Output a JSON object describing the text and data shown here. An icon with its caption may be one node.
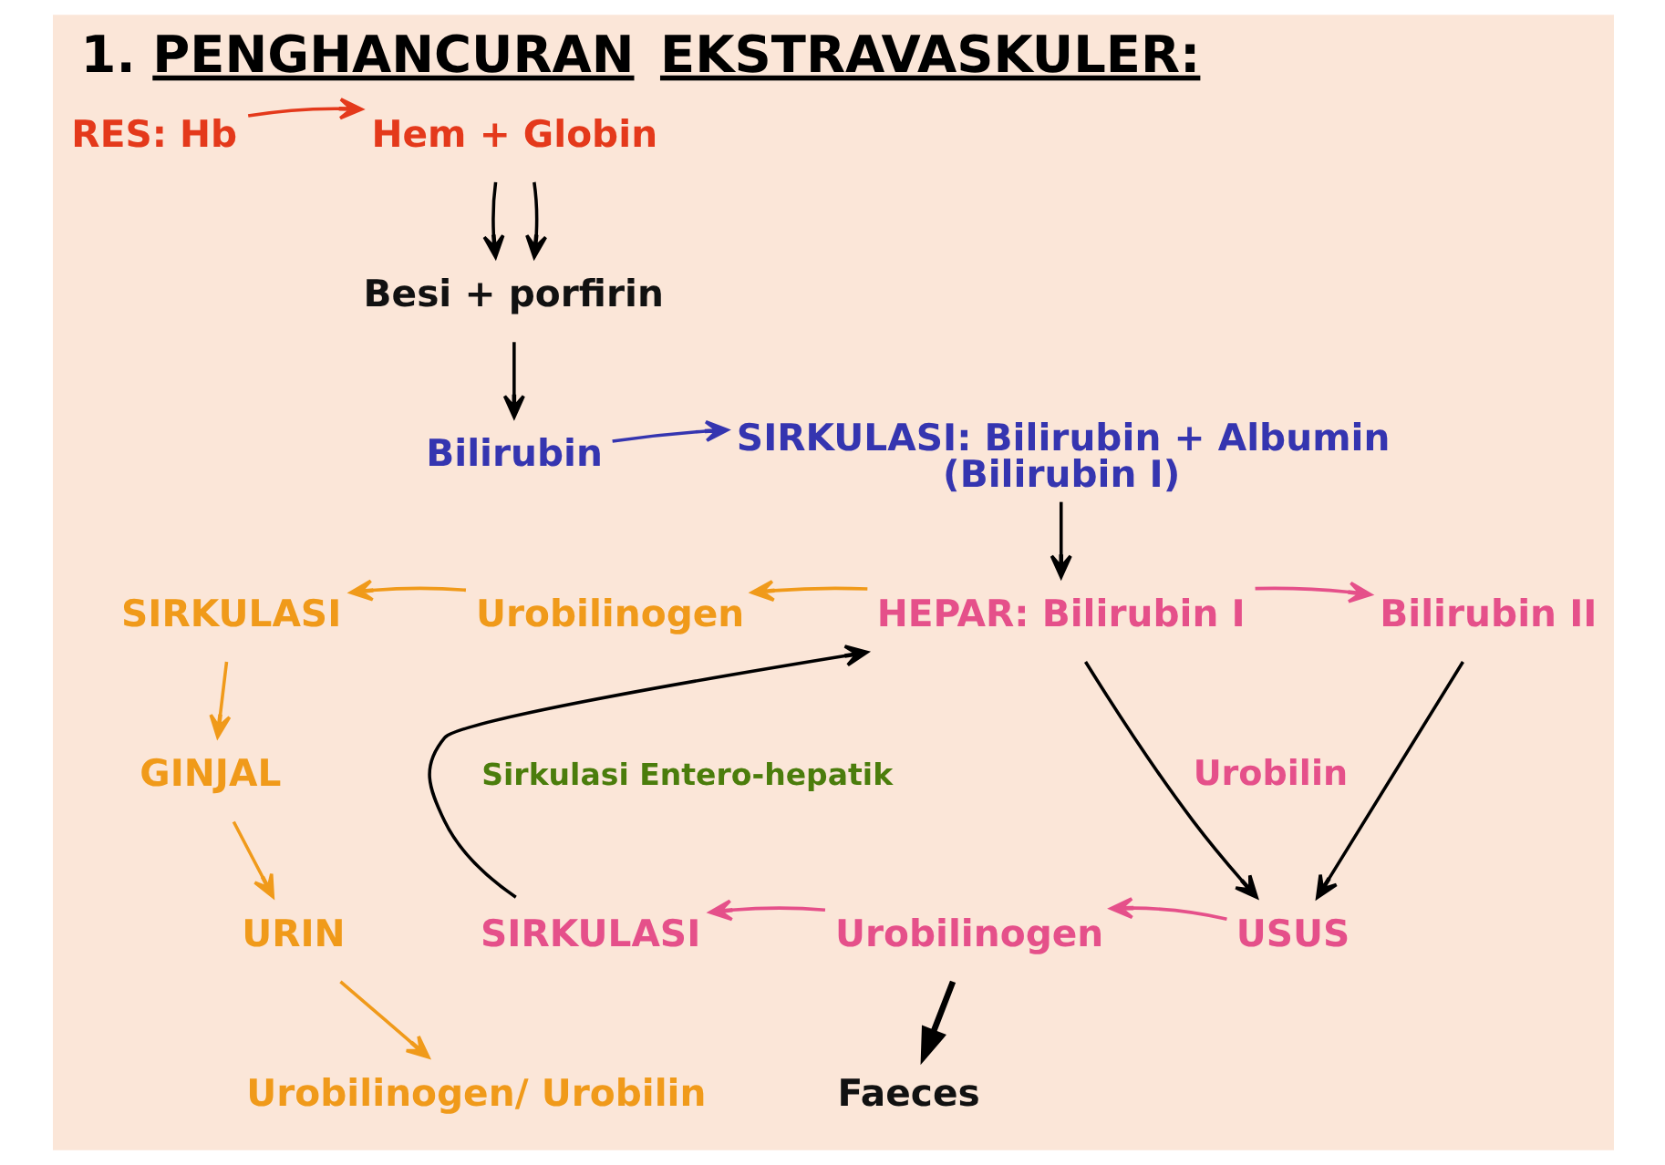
{
  "diagram": {
    "title": "1. PENGHANCURAN EKSTRAVASKULER:",
    "nodes": [
      {
        "text": [
          "RES: Hb"
        ]
      },
      {
        "text": [
          "Hem + Globin"
        ]
      },
      {
        "text": [
          "Besi + porfirin"
        ]
      },
      {
        "text": [
          "Bilirubin"
        ]
      },
      {
        "text": [
          "SIRKULASI: Bilirubin + Albumin",
          "(Bilirubin I)"
        ]
      },
      {
        "text": [
          "SIRKULASI"
        ]
      },
      {
        "text": [
          "Urobilinogen"
        ]
      },
      {
        "text": [
          "HEPAR: Bilirubin I"
        ]
      },
      {
        "text": [
          "Bilirubin II"
        ]
      },
      {
        "text": [
          "GINJAL"
        ]
      },
      {
        "text": [
          "URIN"
        ]
      },
      {
        "text": [
          "SIRKULASI"
        ]
      },
      {
        "text": [
          "Urobilinogen"
        ]
      },
      {
        "text": [
          "USUS"
        ]
      },
      {
        "text": [
          "Urobilinogen/ Urobilin"
        ]
      },
      {
        "text": [
          "Faeces"
        ]
      }
    ],
    "edges": [
      {
        "from": 0,
        "to": 1,
        "arrow": "to",
        "color": "#e4391b"
      },
      {
        "from": 1,
        "to": 2,
        "arrow": "to"
      },
      {
        "from": 1,
        "to": 2,
        "arrow": "to"
      },
      {
        "from": 2,
        "to": 3,
        "arrow": "to"
      },
      {
        "from": 3,
        "to": 4,
        "arrow": "to",
        "color": "#3535b0"
      },
      {
        "from": 4,
        "to": 7,
        "arrow": "to"
      },
      {
        "from": 7,
        "to": 6,
        "arrow": "to",
        "color": "#f09a1a"
      },
      {
        "from": 6,
        "to": 5,
        "arrow": "to",
        "color": "#f09a1a"
      },
      {
        "from": 5,
        "to": 9,
        "arrow": "to",
        "color": "#f09a1a"
      },
      {
        "from": 9,
        "to": 10,
        "arrow": "to",
        "color": "#f09a1a"
      },
      {
        "from": 10,
        "to": 14,
        "arrow": "to",
        "color": "#f09a1a"
      },
      {
        "from": 7,
        "to": 8,
        "arrow": "to",
        "color": "#e5508a"
      },
      {
        "from": 7,
        "to": 13,
        "arrow": "to",
        "label": "Urobilin"
      },
      {
        "from": 8,
        "to": 13,
        "arrow": "to"
      },
      {
        "from": 13,
        "to": 12,
        "arrow": "to",
        "color": "#e5508a"
      },
      {
        "from": 12,
        "to": 11,
        "arrow": "to",
        "color": "#e5508a"
      },
      {
        "from": 11,
        "to": 7,
        "arrow": "to"
      },
      {
        "from": 12,
        "to": 15,
        "arrow": "to",
        "style": "thick"
      }
    ],
    "labels": [
      "Sirkulasi Entero-hepatik"
    ]
  }
}
